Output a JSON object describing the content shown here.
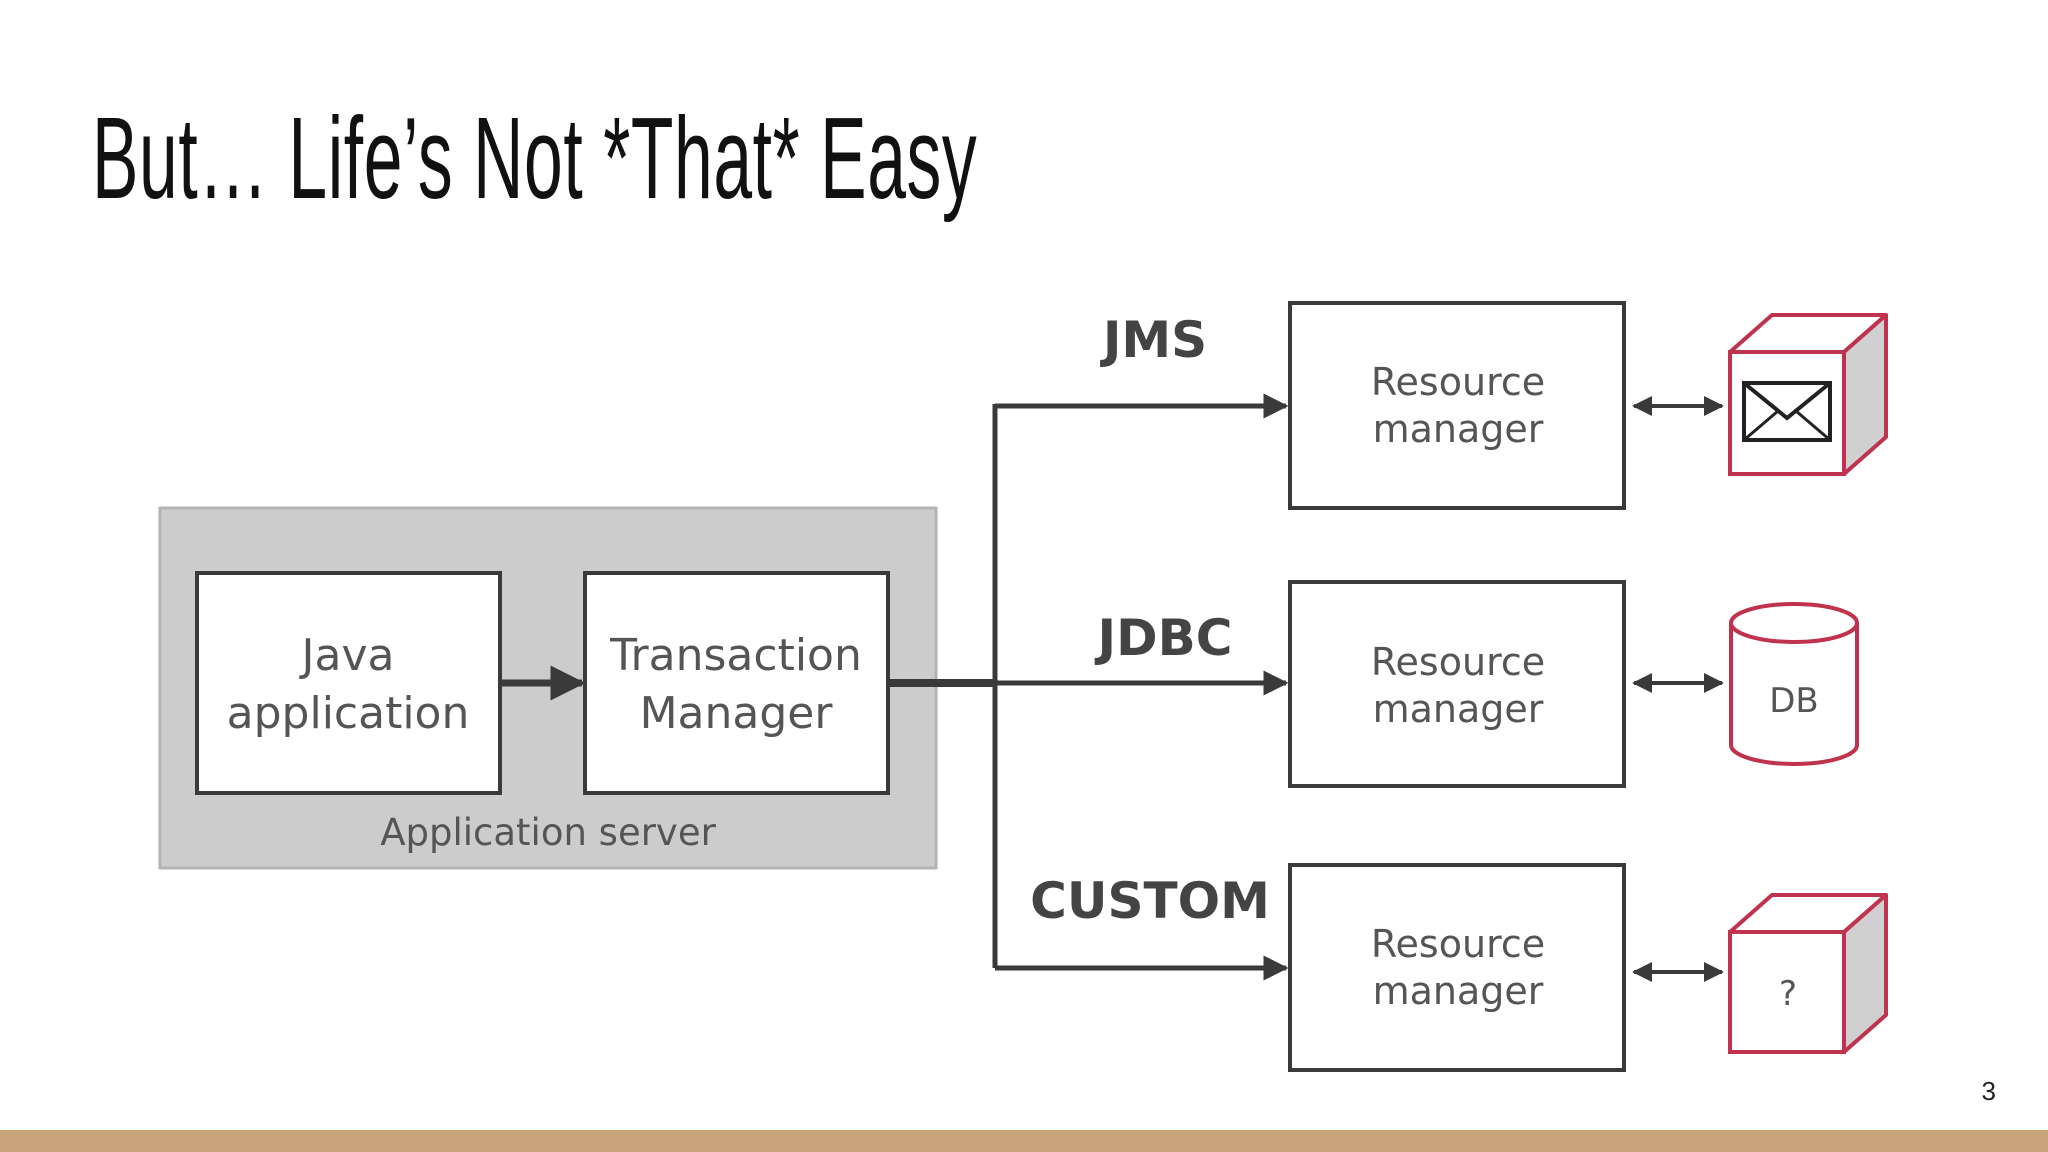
{
  "slide": {
    "title": "But… Life’s Not *That* Easy",
    "page_number": "3"
  },
  "diagram": {
    "application_server_label": "Application server",
    "java_app": {
      "line1": "Java",
      "line2": "application"
    },
    "transaction_manager": {
      "line1": "Transaction",
      "line2": "Manager"
    },
    "branches": [
      {
        "protocol": "JMS",
        "resource_line1": "Resource",
        "resource_line2": "manager",
        "endpoint_icon": "envelope-cube-icon",
        "endpoint_label": ""
      },
      {
        "protocol": "JDBC",
        "resource_line1": "Resource",
        "resource_line2": "manager",
        "endpoint_icon": "database-cylinder-icon",
        "endpoint_label": "DB"
      },
      {
        "protocol": "CUSTOM",
        "resource_line1": "Resource",
        "resource_line2": "manager",
        "endpoint_icon": "unknown-cube-icon",
        "endpoint_label": "?"
      }
    ]
  },
  "colors": {
    "endpoint_stroke": "#c0334f",
    "server_fill": "#cccccc",
    "footer": "#c9a47a"
  }
}
